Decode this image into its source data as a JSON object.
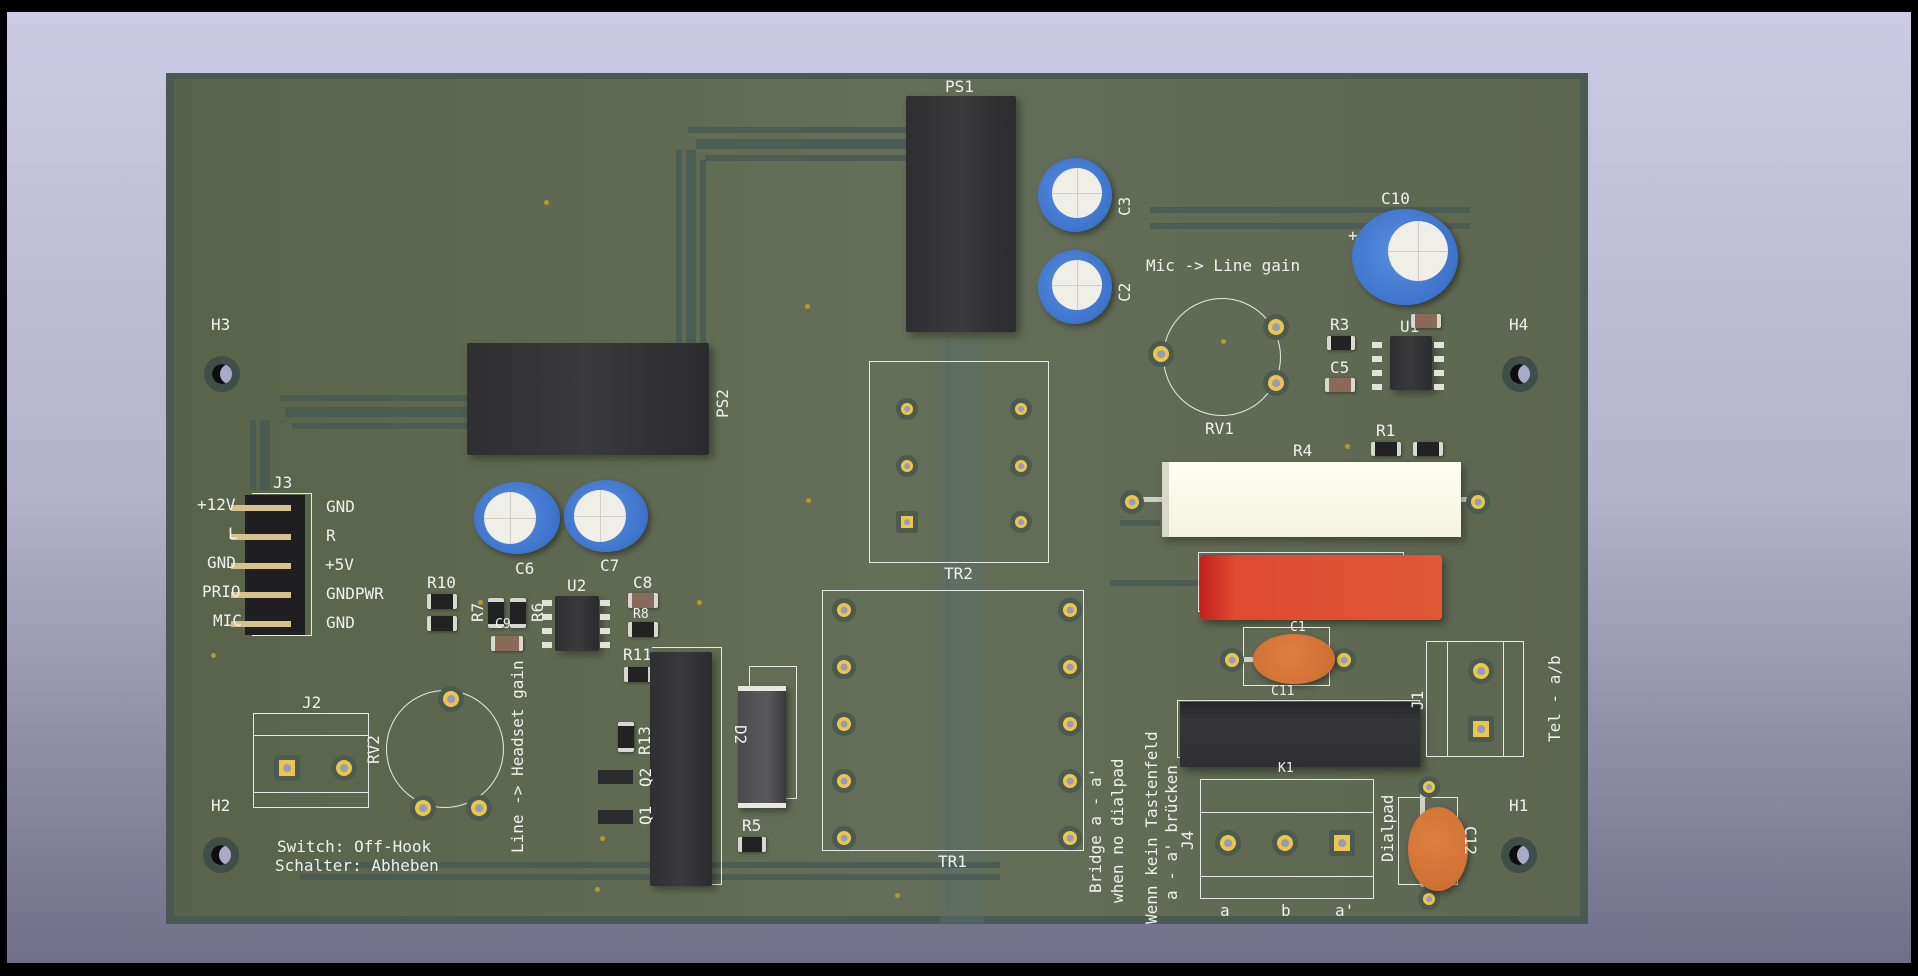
{
  "view": {
    "title": "PCB 3D Viewer"
  },
  "board": {
    "colors": {
      "soldermask": "#5d6650",
      "silkscreen": "#f0f0f0",
      "pad": "#e8c84a",
      "background_top": "#cbcbe6",
      "background_bottom": "#6f6f8a"
    },
    "mounting_holes": [
      "H1",
      "H2",
      "H3",
      "H4"
    ],
    "components": {
      "ps1": "PS1",
      "ps2": "PS2",
      "c2": "C2",
      "c3": "C3",
      "c5": "C5",
      "c6": "C6",
      "c7": "C7",
      "c8": "C8",
      "c9": "C9",
      "c10": "C10",
      "c11": "C11",
      "c12": "C12",
      "c1": "C1",
      "r1": "R1",
      "r3": "R3",
      "r4": "R4",
      "r5": "R5",
      "r6": "R6",
      "r7": "R7",
      "r8": "R8",
      "r10": "R10",
      "r11": "R11",
      "r13": "R13",
      "u1": "U1",
      "u2": "U2",
      "q1": "Q1",
      "q2": "Q2",
      "d2": "D2",
      "k1": "K1",
      "tr1": "TR1",
      "tr2": "TR2",
      "rv1": "RV1",
      "rv2": "RV2",
      "j1": "J1",
      "j2": "J2",
      "j3": "J3",
      "j4": "J4"
    },
    "j3_pins_left": [
      "+12V",
      "L",
      "GND",
      "PRIO",
      "MIC"
    ],
    "j3_pins_right": [
      "GND",
      "R",
      "+5V",
      "GNDPWR",
      "GND"
    ],
    "j4_pins": [
      "a",
      "b",
      "a'"
    ],
    "notes": {
      "mic_line_gain": "Mic -> Line gain",
      "line_headset_gain": "Line -> Headset gain",
      "switch_en": "Switch: Off-Hook",
      "switch_de": "Schalter: Abheben",
      "bridge_en_1": "Bridge a - a'",
      "bridge_en_2": "when no dialpad",
      "bridge_de_1": "Wenn kein Tastenfeld",
      "bridge_de_2": "a - a' brücken",
      "dialpad": "Dialpad",
      "tel": "Tel - a/b"
    }
  }
}
